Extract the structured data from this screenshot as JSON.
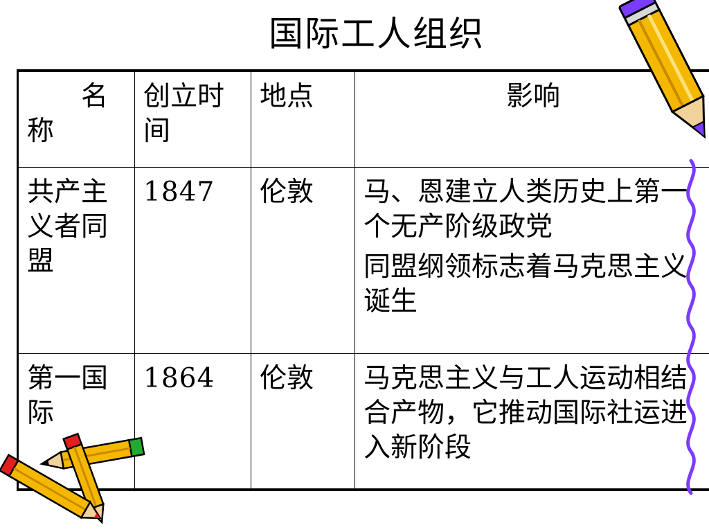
{
  "slide": {
    "title": "国际工人组织"
  },
  "table": {
    "headers": [
      "名称",
      "创立时间",
      "地点",
      "影响"
    ],
    "rows": [
      {
        "name": "共产主义者同盟",
        "year": "1847",
        "place": "伦敦",
        "impact": [
          "马、恩建立人类历史上第一个无产阶级政党",
          "同盟纲领标志着马克思主义诞生"
        ]
      },
      {
        "name": "第一国际",
        "year": "1864",
        "place": "伦敦",
        "impact": [
          "马克思主义与工人运动相结合产物，它推动国际社运进入新阶段"
        ]
      }
    ]
  },
  "decorations": {
    "pencil_body_color": "#f5b800",
    "pencil_outline_color": "#000000",
    "pencil_tip_purple": "#7a3cff",
    "pencil_tip_red": "#e02020",
    "pencil_tip_green": "#22aa33",
    "squiggle_color": "#7a3cff"
  }
}
